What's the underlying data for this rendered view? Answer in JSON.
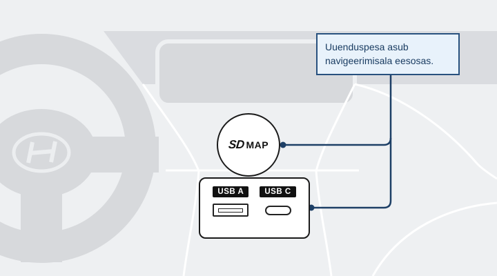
{
  "callout": {
    "text": "Uuenduspesa asub navigeerimisala eesosas."
  },
  "sd_slot": {
    "sd": "SD",
    "map": "MAP"
  },
  "usb": {
    "a_label": "USB A",
    "c_label": "USB C"
  },
  "colors": {
    "background": "#eef0f2",
    "silhouette_gray": "#d7d9dc",
    "navy": "#1d3f66",
    "callout_bg": "#e8f2fb",
    "callout_border": "#28517e",
    "callout_text": "#16395f"
  }
}
